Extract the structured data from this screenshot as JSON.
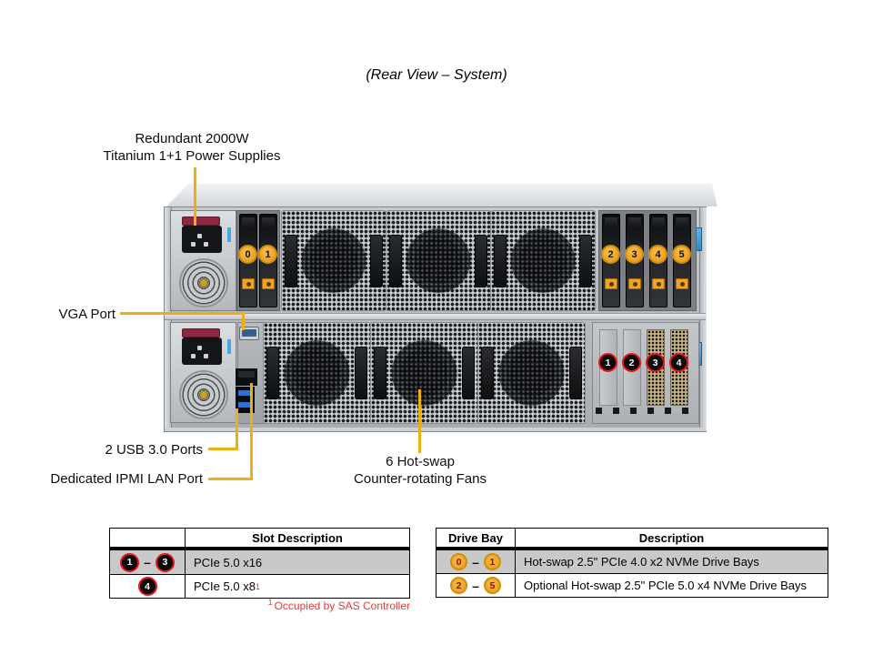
{
  "title": "(Rear View – System)",
  "callouts": {
    "power": {
      "line1": "Redundant 2000W",
      "line2": "Titanium 1+1 Power Supplies"
    },
    "vga": {
      "label": "VGA Port"
    },
    "usb": {
      "label": "2 USB 3.0 Ports"
    },
    "ipmi": {
      "label": "Dedicated IPMI LAN Port"
    },
    "fans": {
      "line1": "6 Hot-swap",
      "line2": "Counter-rotating Fans"
    }
  },
  "chassis": {
    "drive_bay_badges_left": [
      "0",
      "1"
    ],
    "drive_bay_badges_right": [
      "2",
      "3",
      "4",
      "5"
    ],
    "pcie_slot_badges": [
      "1",
      "2",
      "3",
      "4"
    ]
  },
  "slot_table": {
    "header": "Slot Description",
    "range_dash": "–",
    "rows": [
      {
        "badge_start": "1",
        "badge_end": "3",
        "description": "PCIe 5.0 x16"
      },
      {
        "badge_start": "4",
        "description": "PCIe 5.0 x8",
        "footnote_marker": "1"
      }
    ],
    "footnote_marker": "1",
    "footnote_text": "Occupied by SAS Controller"
  },
  "drive_table": {
    "header_bay": "Drive Bay",
    "header_desc": "Description",
    "range_dash": "–",
    "rows": [
      {
        "badge_start": "0",
        "badge_end": "1",
        "description": "Hot-swap 2.5\" PCIe 4.0 x2 NVMe Drive Bays"
      },
      {
        "badge_start": "2",
        "badge_end": "5",
        "description": "Optional Hot-swap 2.5\" PCIe 5.0 x4 NVMe Drive Bays"
      }
    ]
  },
  "colors": {
    "callout_yellow": "#EFAF10",
    "badge_orange": "#F0A527",
    "badge_red_ring": "#E8141C",
    "footnote_red": "#E23B3B",
    "table_row_gray": "#C9C9C9"
  }
}
